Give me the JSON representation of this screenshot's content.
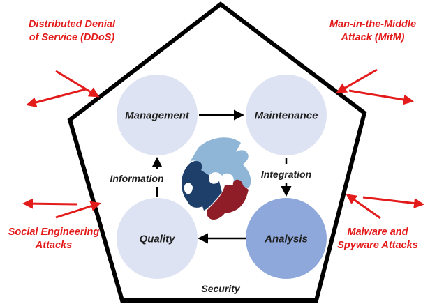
{
  "circles": {
    "management": "Management",
    "maintenance": "Maintenance",
    "quality": "Quality",
    "analysis": "Analysis"
  },
  "connectors": {
    "information": "Information",
    "integration": "Integration"
  },
  "perimeter": "Security",
  "attacks": {
    "ddos": [
      "Distributed Denial",
      "of Service (DDoS)"
    ],
    "mitm": [
      "Man-in-the-Middle",
      "Attack (MitM)"
    ],
    "social": [
      "Social Engineering",
      "Attacks"
    ],
    "malware": [
      "Malware and",
      "Spyware Attacks"
    ]
  },
  "colors": {
    "circle_light": "#dde3f2",
    "circle_analysis": "#8ea8dc",
    "attack_red": "#e31b1b",
    "puzzle_light_blue": "#8fb6d6",
    "puzzle_dark_blue": "#1f3f6b",
    "puzzle_red": "#8f1d27"
  },
  "icons": [
    "puzzle-icon"
  ]
}
